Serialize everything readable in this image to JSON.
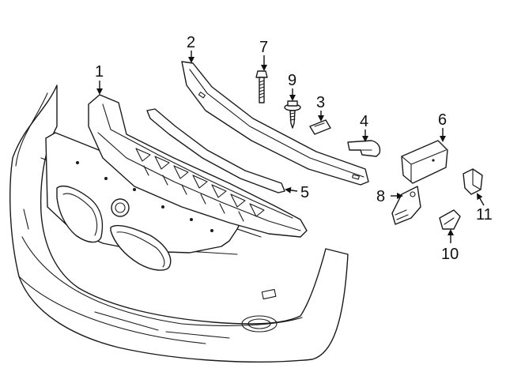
{
  "diagram": {
    "callouts": [
      {
        "id": "c1",
        "label": "1"
      },
      {
        "id": "c2",
        "label": "2"
      },
      {
        "id": "c3",
        "label": "3"
      },
      {
        "id": "c4",
        "label": "4"
      },
      {
        "id": "c5",
        "label": "5"
      },
      {
        "id": "c6",
        "label": "6"
      },
      {
        "id": "c7",
        "label": "7"
      },
      {
        "id": "c8",
        "label": "8"
      },
      {
        "id": "c9",
        "label": "9"
      },
      {
        "id": "c10",
        "label": "10"
      },
      {
        "id": "c11",
        "label": "11"
      }
    ],
    "line_color": "#1a1a1a",
    "background": "#ffffff"
  }
}
